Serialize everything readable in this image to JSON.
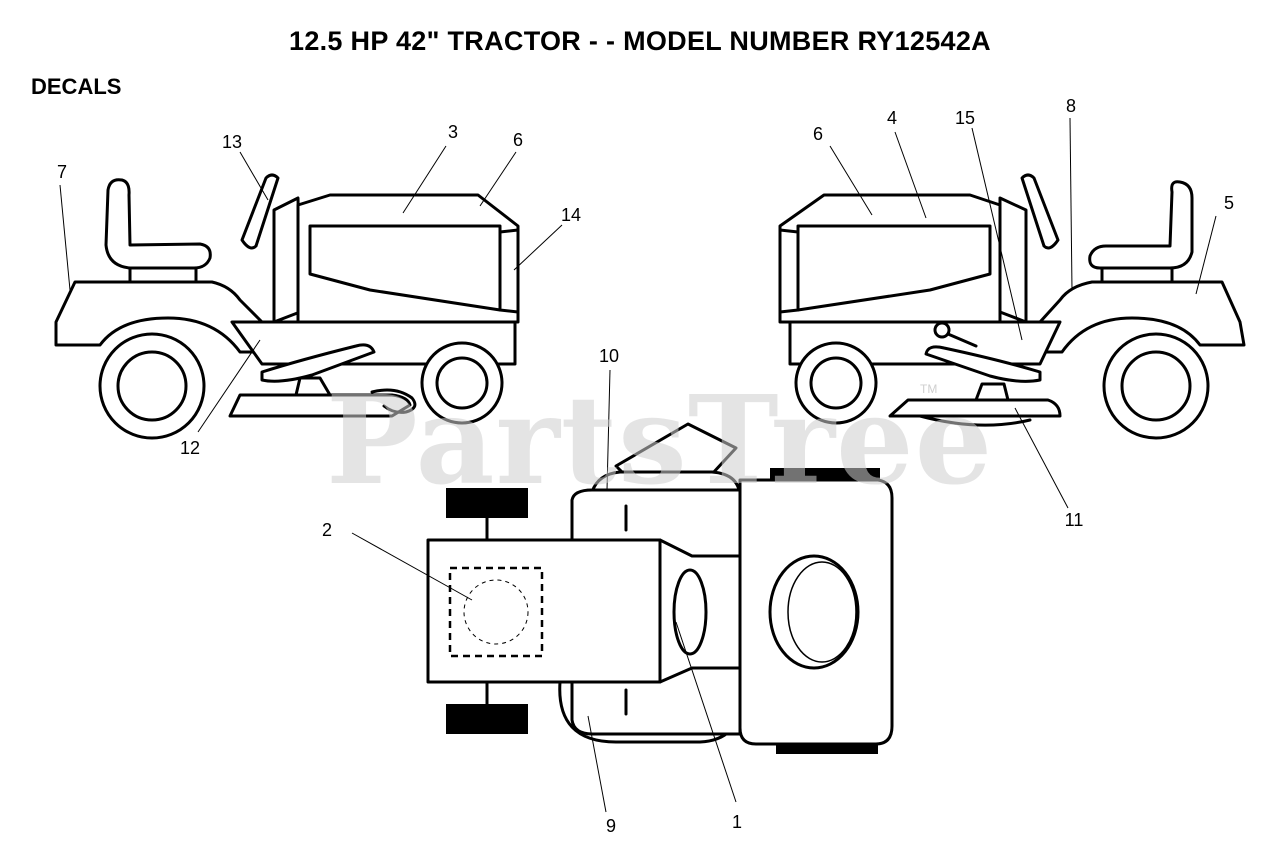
{
  "title": "12.5 HP 42\" TRACTOR - - MODEL NUMBER RY12542A",
  "section": "DECALS",
  "watermark": "PartsTree",
  "watermark_tm": "TM",
  "callouts": [
    {
      "id": "1",
      "label": "1"
    },
    {
      "id": "2",
      "label": "2"
    },
    {
      "id": "3",
      "label": "3"
    },
    {
      "id": "4",
      "label": "4"
    },
    {
      "id": "5",
      "label": "5"
    },
    {
      "id": "6a",
      "label": "6"
    },
    {
      "id": "6b",
      "label": "6"
    },
    {
      "id": "7",
      "label": "7"
    },
    {
      "id": "8",
      "label": "8"
    },
    {
      "id": "9",
      "label": "9"
    },
    {
      "id": "10",
      "label": "10"
    },
    {
      "id": "11",
      "label": "11"
    },
    {
      "id": "12",
      "label": "12"
    },
    {
      "id": "13",
      "label": "13"
    },
    {
      "id": "14",
      "label": "14"
    },
    {
      "id": "15",
      "label": "15"
    }
  ]
}
